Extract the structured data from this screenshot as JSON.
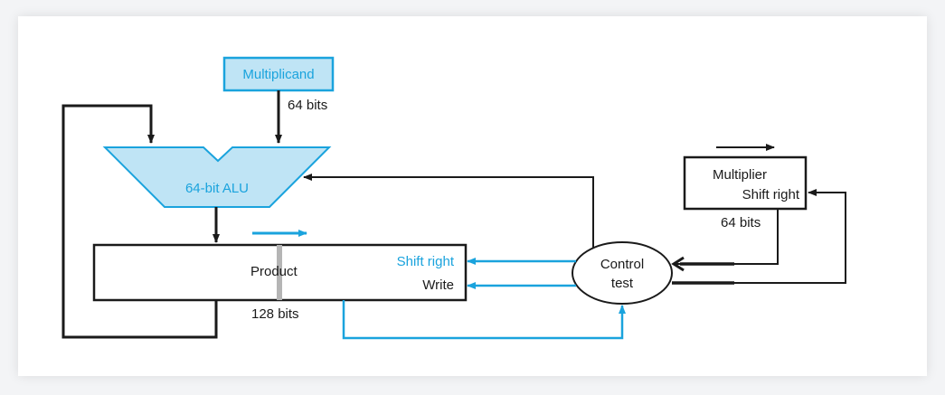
{
  "diagram": {
    "multiplicand": {
      "label": "Multiplicand",
      "bits": "64 bits"
    },
    "alu": {
      "label": "64-bit ALU"
    },
    "product": {
      "label": "Product",
      "bits": "128 bits",
      "shift_right": "Shift right",
      "write": "Write"
    },
    "multiplier": {
      "label": "Multiplier",
      "shift_right": "Shift right",
      "bits": "64 bits"
    },
    "control": {
      "line1": "Control",
      "line2": "test"
    }
  },
  "colors": {
    "accent": "#1aa3dd",
    "fill": "#bfe4f5",
    "line": "#1a1a1a"
  }
}
